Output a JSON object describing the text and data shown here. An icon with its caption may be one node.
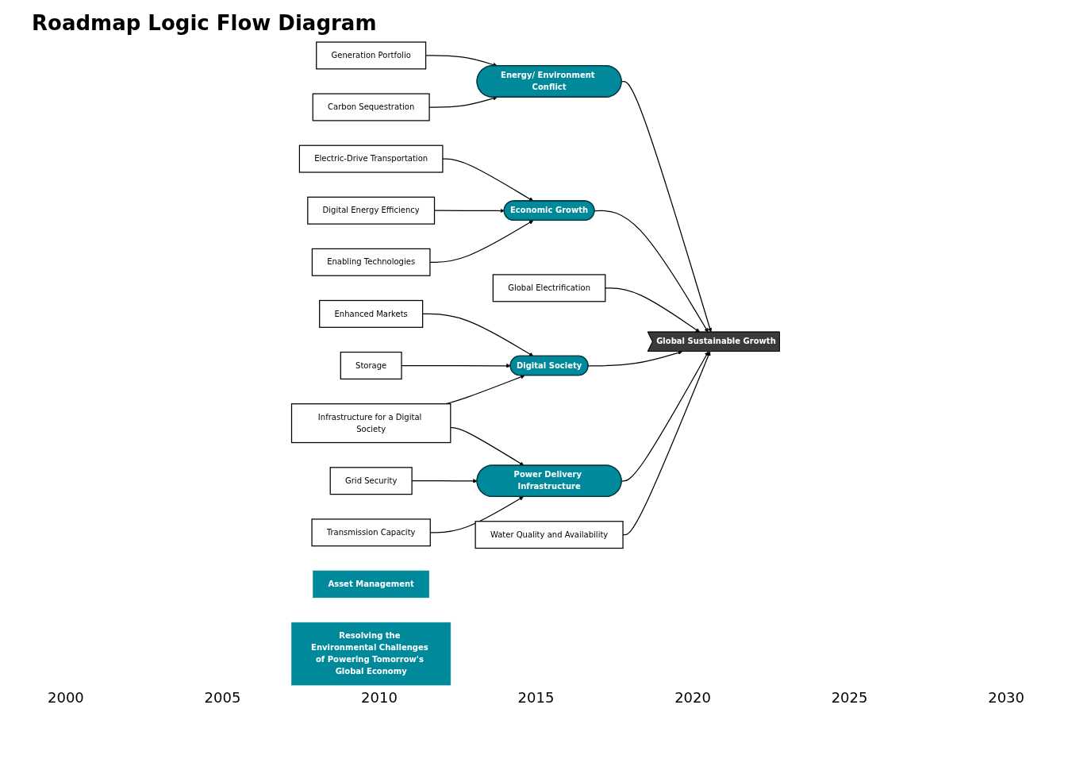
{
  "diagram": {
    "title": "Roadmap Logic Flow Diagram",
    "nodes": [
      {
        "text": [
          "Generation Portfolio"
        ]
      },
      {
        "text": [
          "Carbon Sequestration"
        ]
      },
      {
        "text": [
          "Energy/ Environment Conflict"
        ]
      },
      {
        "text": [
          "Electric-Drive Transportation"
        ]
      },
      {
        "text": [
          "Enhanced Markets"
        ]
      },
      {
        "text": [
          "Digital Energy Efficiency"
        ]
      },
      {
        "text": [
          "Economic Growth"
        ]
      },
      {
        "text": [
          "Global Electrification"
        ]
      },
      {
        "text": [
          "Storage"
        ]
      },
      {
        "text": [
          "Enabling Technologies"
        ]
      },
      {
        "text": [
          "Infrastructure for a Digital Society"
        ]
      },
      {
        "text": [
          "Digital Society"
        ]
      },
      {
        "text": [
          "Global Sustainable Growth"
        ]
      },
      {
        "text": [
          "Grid Security"
        ]
      },
      {
        "text": [
          "Transmission Capacity"
        ]
      },
      {
        "text": [
          "Power Delivery Infrastructure"
        ]
      },
      {
        "text": [
          "Water Quality and Availability"
        ]
      },
      {
        "text": [
          "Asset Management"
        ]
      },
      {
        "text": [
          "Resolving the Environmental Challenges of Powering Tomorrow's Global Economy"
        ]
      }
    ],
    "edges": [
      {
        "from": 0,
        "to": 2,
        "arrow": "to"
      },
      {
        "from": 1,
        "to": 2,
        "arrow": "to"
      },
      {
        "from": 3,
        "to": 6,
        "arrow": "to"
      },
      {
        "from": 5,
        "to": 6,
        "arrow": "to"
      },
      {
        "from": 9,
        "to": 6,
        "arrow": "to"
      },
      {
        "from": 4,
        "to": 11,
        "arrow": "to"
      },
      {
        "from": 8,
        "to": 11,
        "arrow": "to"
      },
      {
        "from": 10,
        "to": 11,
        "arrow": "to"
      },
      {
        "from": 10,
        "to": 15,
        "arrow": "to"
      },
      {
        "from": 13,
        "to": 15,
        "arrow": "to"
      },
      {
        "from": 14,
        "to": 15,
        "arrow": "to"
      },
      {
        "from": 2,
        "to": 12,
        "arrow": "to"
      },
      {
        "from": 6,
        "to": 12,
        "arrow": "to"
      },
      {
        "from": 7,
        "to": 12,
        "arrow": "to"
      },
      {
        "from": 11,
        "to": 12,
        "arrow": "to"
      },
      {
        "from": 15,
        "to": 12,
        "arrow": "to"
      },
      {
        "from": 16,
        "to": 12,
        "arrow": "to"
      }
    ],
    "labels": [
      "2000",
      "2005",
      "2010",
      "2015",
      "2020",
      "2025",
      "2030"
    ]
  }
}
